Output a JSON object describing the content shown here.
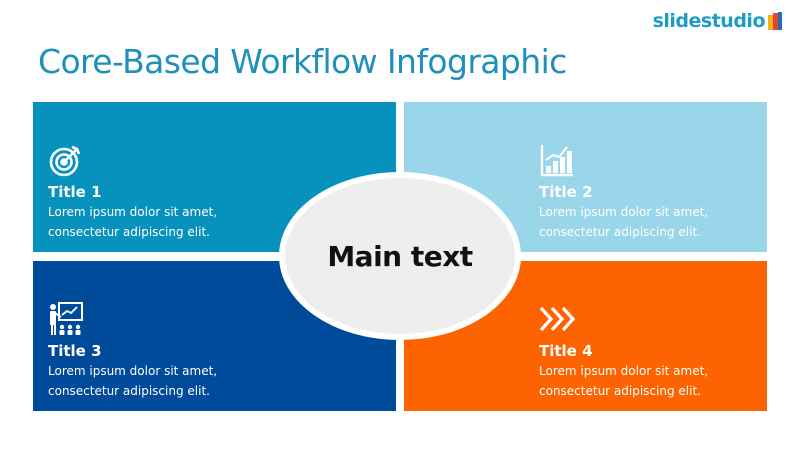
{
  "brand": {
    "name": "slidestudio",
    "logo_icon": "slidestudio-logo-icon",
    "colors": {
      "text": "#1f9bc9",
      "mark_a": "#f6b21a",
      "mark_b": "#e8442b",
      "mark_c": "#1f6fc0"
    }
  },
  "slide": {
    "title": "Core-Based Workflow Infographic",
    "center_text": "Main text"
  },
  "quadrants": [
    {
      "icon": "target-icon",
      "title": "Title 1",
      "body": "Lorem ipsum dolor sit amet,\nconsectetur adipiscing elit.",
      "color": "#0792bd"
    },
    {
      "icon": "bar-chart-growth-icon",
      "title": "Title 2",
      "body": "Lorem ipsum dolor sit amet,\nconsectetur adipiscing elit.",
      "color": "#9ad6e9"
    },
    {
      "icon": "presentation-audience-icon",
      "title": "Title 3",
      "body": "Lorem ipsum dolor sit amet,\nconsectetur adipiscing elit.",
      "color": "#004a9a"
    },
    {
      "icon": "triple-chevron-right-icon",
      "title": "Title 4",
      "body": "Lorem ipsum dolor sit amet,\nconsectetur adipiscing elit.",
      "color": "#fd6300"
    }
  ]
}
